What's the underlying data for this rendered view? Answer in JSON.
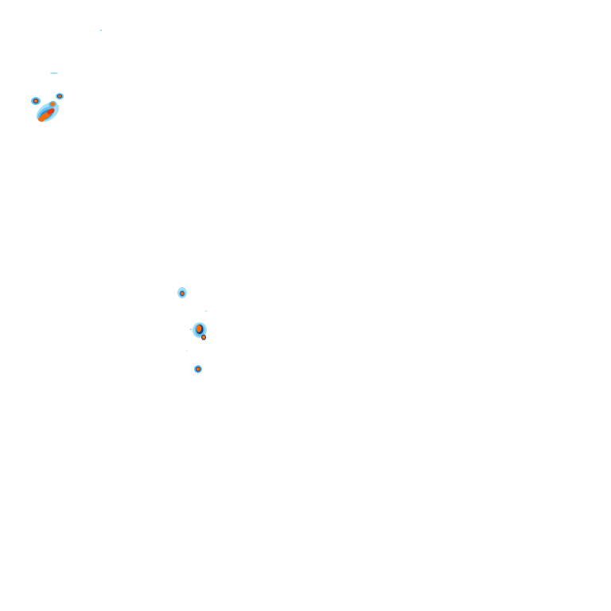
{
  "map": {
    "type": "radar-reflectivity-tile",
    "background_color": "#ffffff",
    "legend": "none",
    "labels": "none",
    "palette": {
      "light": "#a7dff8",
      "light_mid": "#5fc3f3",
      "mid": "#2f8fd6",
      "dark": "#1b3f7a",
      "high": "#ff6a00",
      "highest": "#e8360e"
    },
    "echo_clusters": [
      {
        "name": "northwest-main-band",
        "intensity": "high"
      },
      {
        "name": "northwest-small-cell",
        "intensity": "moderate"
      },
      {
        "name": "northwest-northern-cell",
        "intensity": "moderate"
      },
      {
        "name": "central-north-cell",
        "intensity": "moderate"
      },
      {
        "name": "central-cell",
        "intensity": "high"
      },
      {
        "name": "central-south-cell",
        "intensity": "moderate"
      }
    ]
  }
}
